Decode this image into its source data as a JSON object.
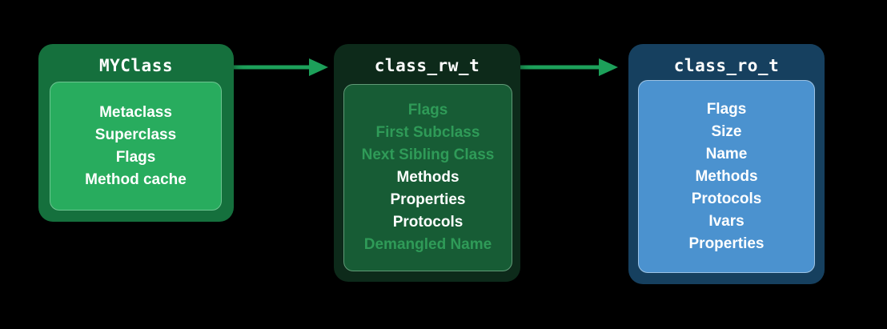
{
  "colors": {
    "background": "#000000",
    "arrow": "#1da05a",
    "text": "#ffffff",
    "myclass_outer": "#15703d",
    "myclass_inner": "#28ac5e",
    "class_rw_outer": "#0d2a1a",
    "class_rw_inner": "#175c35",
    "class_rw_dim_text": "#2f9b58",
    "class_ro_outer": "#16405f",
    "class_ro_inner": "#4b92cf"
  },
  "diagram": {
    "boxes": [
      {
        "title": "MYClass",
        "items": [
          {
            "label": "Metaclass",
            "dimmed": false
          },
          {
            "label": "Superclass",
            "dimmed": false
          },
          {
            "label": "Flags",
            "dimmed": false
          },
          {
            "label": "Method cache",
            "dimmed": false
          }
        ]
      },
      {
        "title": "class_rw_t",
        "items": [
          {
            "label": "Flags",
            "dimmed": true
          },
          {
            "label": "First Subclass",
            "dimmed": true
          },
          {
            "label": "Next Sibling Class",
            "dimmed": true
          },
          {
            "label": "Methods",
            "dimmed": false
          },
          {
            "label": "Properties",
            "dimmed": false
          },
          {
            "label": "Protocols",
            "dimmed": false
          },
          {
            "label": "Demangled Name",
            "dimmed": true
          }
        ]
      },
      {
        "title": "class_ro_t",
        "items": [
          {
            "label": "Flags",
            "dimmed": false
          },
          {
            "label": "Size",
            "dimmed": false
          },
          {
            "label": "Name",
            "dimmed": false
          },
          {
            "label": "Methods",
            "dimmed": false
          },
          {
            "label": "Protocols",
            "dimmed": false
          },
          {
            "label": "Ivars",
            "dimmed": false
          },
          {
            "label": "Properties",
            "dimmed": false
          }
        ]
      }
    ],
    "arrows": [
      {
        "from": "MYClass",
        "to": "class_rw_t"
      },
      {
        "from": "class_rw_t",
        "to": "class_ro_t"
      }
    ]
  }
}
